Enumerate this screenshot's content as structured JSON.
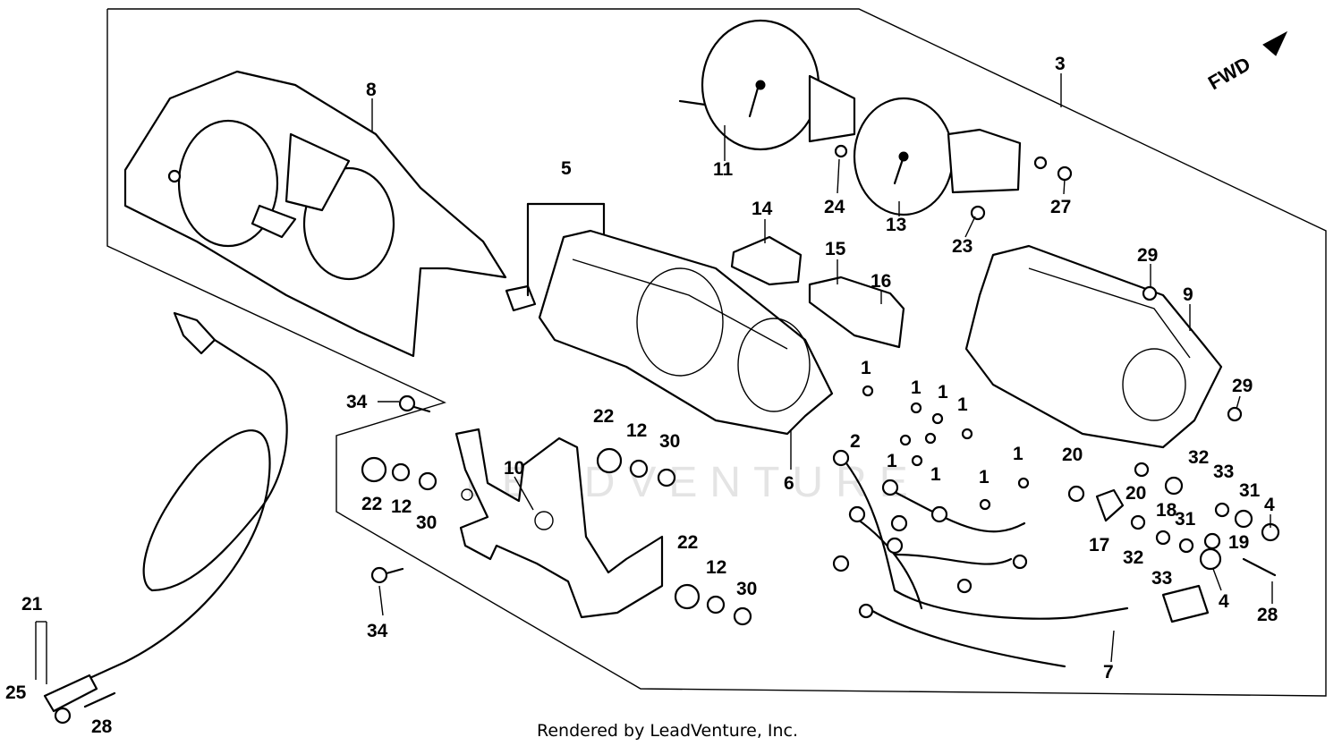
{
  "diagram": {
    "direction_label": "FWD",
    "watermark": "LEADVENTURE",
    "footer": "Rendered by LeadVenture, Inc.",
    "callouts": [
      {
        "id": "c1",
        "label": "1"
      },
      {
        "id": "c2",
        "label": "1"
      },
      {
        "id": "c3",
        "label": "1"
      },
      {
        "id": "c4",
        "label": "1"
      },
      {
        "id": "c5",
        "label": "1"
      },
      {
        "id": "c6",
        "label": "1"
      },
      {
        "id": "c7",
        "label": "1"
      },
      {
        "id": "c8",
        "label": "1"
      },
      {
        "id": "c9",
        "label": "2"
      },
      {
        "id": "c10",
        "label": "3"
      },
      {
        "id": "c11",
        "label": "4"
      },
      {
        "id": "c12",
        "label": "4"
      },
      {
        "id": "c13",
        "label": "5"
      },
      {
        "id": "c14",
        "label": "6"
      },
      {
        "id": "c15",
        "label": "7"
      },
      {
        "id": "c16",
        "label": "8"
      },
      {
        "id": "c17",
        "label": "9"
      },
      {
        "id": "c18",
        "label": "10"
      },
      {
        "id": "c19",
        "label": "11"
      },
      {
        "id": "c20",
        "label": "12"
      },
      {
        "id": "c21",
        "label": "12"
      },
      {
        "id": "c22",
        "label": "12"
      },
      {
        "id": "c23",
        "label": "13"
      },
      {
        "id": "c24",
        "label": "14"
      },
      {
        "id": "c25",
        "label": "15"
      },
      {
        "id": "c26",
        "label": "16"
      },
      {
        "id": "c27",
        "label": "17"
      },
      {
        "id": "c28",
        "label": "18"
      },
      {
        "id": "c29",
        "label": "19"
      },
      {
        "id": "c30",
        "label": "20"
      },
      {
        "id": "c31",
        "label": "20"
      },
      {
        "id": "c32",
        "label": "21"
      },
      {
        "id": "c33",
        "label": "22"
      },
      {
        "id": "c34",
        "label": "22"
      },
      {
        "id": "c35",
        "label": "22"
      },
      {
        "id": "c36",
        "label": "23"
      },
      {
        "id": "c37",
        "label": "24"
      },
      {
        "id": "c38",
        "label": "25"
      },
      {
        "id": "c39",
        "label": "27"
      },
      {
        "id": "c40",
        "label": "28"
      },
      {
        "id": "c41",
        "label": "28"
      },
      {
        "id": "c42",
        "label": "29"
      },
      {
        "id": "c43",
        "label": "29"
      },
      {
        "id": "c44",
        "label": "30"
      },
      {
        "id": "c45",
        "label": "30"
      },
      {
        "id": "c46",
        "label": "30"
      },
      {
        "id": "c47",
        "label": "31"
      },
      {
        "id": "c48",
        "label": "31"
      },
      {
        "id": "c49",
        "label": "32"
      },
      {
        "id": "c50",
        "label": "32"
      },
      {
        "id": "c51",
        "label": "33"
      },
      {
        "id": "c52",
        "label": "33"
      },
      {
        "id": "c53",
        "label": "34"
      },
      {
        "id": "c54",
        "label": "34"
      }
    ]
  }
}
